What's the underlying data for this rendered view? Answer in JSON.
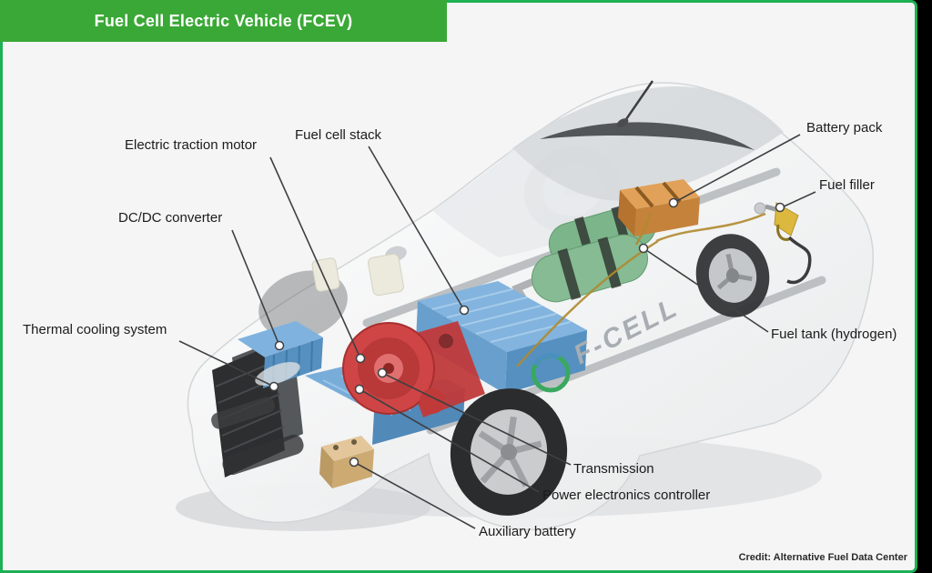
{
  "header": {
    "title": "Fuel Cell Electric Vehicle (FCEV)",
    "bg_color": "#3aa836",
    "text_color": "#ffffff"
  },
  "frame": {
    "border_color": "#1db054",
    "canvas_color": "#f5f5f6",
    "outside_color": "#000000"
  },
  "car_badge": "F-CELL",
  "credit": "Credit: Alternative Fuel Data Center",
  "labels": [
    {
      "id": "electric-traction-motor",
      "text": "Electric traction motor"
    },
    {
      "id": "fuel-cell-stack",
      "text": "Fuel cell stack"
    },
    {
      "id": "battery-pack",
      "text": "Battery pack"
    },
    {
      "id": "fuel-filler",
      "text": "Fuel filler"
    },
    {
      "id": "dc-dc-converter",
      "text": "DC/DC converter"
    },
    {
      "id": "thermal-cooling-system",
      "text": "Thermal cooling system"
    },
    {
      "id": "fuel-tank-hydrogen",
      "text": "Fuel tank (hydrogen)"
    },
    {
      "id": "transmission",
      "text": "Transmission"
    },
    {
      "id": "power-electronics-controller",
      "text": "Power electronics controller"
    },
    {
      "id": "auxiliary-battery",
      "text": "Auxiliary battery"
    }
  ],
  "component_colors": {
    "fuel_cell_stack": "#5d97c8",
    "traction_motor": "#cc3b3b",
    "hydrogen_tanks": "#74b183",
    "battery_pack": "#d9924a",
    "auxiliary_battery": "#d8b98a",
    "power_electronics": "#5d97c8",
    "dc_dc_converter": "#5590c0",
    "radiator": "#2c2e2f",
    "fuel_nozzle": "#dcb93e"
  }
}
